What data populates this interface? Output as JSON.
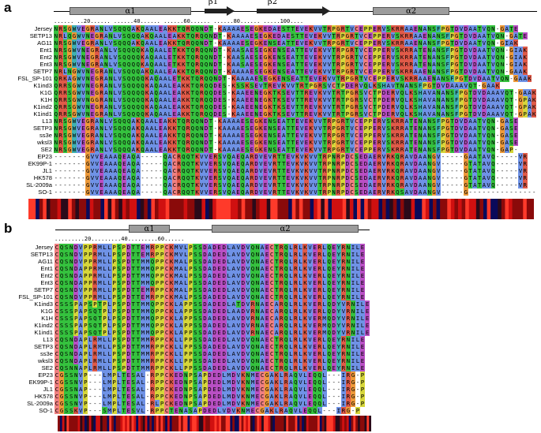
{
  "panels": [
    {
      "label": "a",
      "structure": [
        {
          "type": "helix",
          "label": "α1"
        },
        {
          "type": "strand",
          "label": "β1"
        },
        {
          "type": "strand",
          "label": "β2"
        },
        {
          "type": "helix",
          "label": "α2"
        }
      ],
      "ruler": "...... ..20...... ......40...... ......60...... ......80...... .....100....",
      "sequences": [
        {
          "name": "Jersey",
          "seq": "NRSGWVEGRANLVSQQQAKQAALEAKKTQRQQNDT-KAAAAESEGKEDAESTTEVEKVVTRPGRTVCEPPERVSKRRAAENANSFPGTDVDAATVQN-GATE"
        },
        {
          "name": "SETP13",
          "seq": "NRLQGWVNEGRANLVSQQQAKQAALEAKKTQRQQNDT-KAAAAESEGKEDAESTTEVEKVVTRPGRTVCEPPERVSKRRAAENANSFPGTDVDAATVQN-GATE"
        },
        {
          "name": "AG11",
          "seq": "NRSGWVEGRANLVSQQQAKQAALEAKKTQRQQNDT-KAAAAESEGKENSEATTEVEKVVTRPGRTVCEPPERVSKRRAAENANSFPGTDVDAATVQN-GIAK"
        },
        {
          "name": "Ent1",
          "seq": "NRSGWVNEGRANLVSQQQQKAQAALETKKTQRQQNDT-KAASAESEGKENSEATTEVEKVVTRPGRTVCEPPERVSKRRATENANSFPGTDVDAATVQN-GIAK"
        },
        {
          "name": "Ent2",
          "seq": "NRSGWVNEGRANLVSQQQQKAQAALETKKTQRQQNDT-KAASAESEGKENSEATTEVEKVVTRPGRTVCEPPERVSKRRATENANSFPGTDVDAATVQN-GIAK"
        },
        {
          "name": "Ent3",
          "seq": "NRSGWVNEGRANLVSQQQQKAQAALETKKTQRQQNDT-KAASAESEGKENSEATTEVEKVVTRPGRTVCEPPERVSKRRATENANSFPGTDVDAATVQN-GIAK"
        },
        {
          "name": "SETP7",
          "seq": "NRLNGWVNEGRANLVSQQQAKQAALEAKKTQRQQNDT-KAAAAESEGKENSEATTEVEKVVTRPGRTVCEPPERVSKRRAAENANSFPGTDVDAATVQN-GAAK"
        },
        {
          "name": "FSL_SP-101",
          "seq": "QRKAGWVNEGRANLVSQQQQKAQAALETKKTQRQQNDT-KAAAAESEGKENSEATTEVEKVVTRPGRTVCEPPERVSKRRAAENANSFPGTDVDAATVQN-GAAK"
        },
        {
          "name": "K1ind3",
          "seq": "QRRSGWVNEGRANLVSQQQQKAQAALEAKKTQRQQDES-KSSKSEVTREVKVVTRTPGRSVCTPDERVQLKSHAVTNANSFPGTDVDAAAVQT-GAAK"
        },
        {
          "name": "K1G",
          "seq": "QRRSGWVNEGRANLVSQQQQKAQAALEAKKTQRQQDES-KAAEENEGKTKSEVTTREVKVVTRTPGRSVCTPDERVQLKSHAVANANSFPGTDVDAAAVQT-GAAK"
        },
        {
          "name": "K1H",
          "seq": "QRRSGWVNGGRANLVSQQQQKAQAALEAKKTQRQQDES-KAAEENEGKTKSEVTTREVKVVTRTPGRSVCTPDERVQLKSHAVANANSFPGTDVDAAAVQT-GPAK"
        },
        {
          "name": "K1ind2",
          "seq": "QRRSGWVNEGRANLVSQQQQKAQAALEAKKTQRQQDES-KAAEENEGKTKSEVTTREVKVVTRTPGRSVCTPDERVQLKSHAVANANSFPGTDVDAAAVQT-GPAK"
        },
        {
          "name": "K1ind1",
          "seq": "QRRSGWVNEGRANLVSQQQQKAQAALEAKKTQRQQDES-KAAEENEGKTKSEVTTREVKVVTRTPGRSVCTPDERVQLKSHAVANANSFPGTDVDAAAVQT-GPAK"
        },
        {
          "name": "L13",
          "seq": "NRSGWVEGRANLVSQQQAKQAALEAKKTQRQQNDT-KAAAAESEGKENSEATTEVEKVVTRPGRTVCEPPERVSKRRATENANSFPGTDVDAATVQN-GASE"
        },
        {
          "name": "SETP3",
          "seq": "NRSGWVEGRANLVSQQQAKQAALEAKKTQRQQNDT-KAAAAESEGKENSEATTEVEKVVTRPGRTVCEPPERVSKRRATENANSFPGTDVDAATVQN-GASE"
        },
        {
          "name": "ss3e",
          "seq": "NRSGWVEGRANLVSQQQAKQAALEAKKTQRQQNDT-KAAAAESEGKENSEATTEVEKVVTRPGRTVCEPPERVSKRRATENANSFPGTDVDAATVQN-GASE"
        },
        {
          "name": "wksl3",
          "seq": "NRSGWVEGRANLVSQQQAKQAALEAKKTQRQQNDT-KAAAAESEGKENSEATTEVEKVVTRPGRTVCEPPERVSKRRATENANSFPGTDVDAATVQN-GASE"
        },
        {
          "name": "SE2",
          "seq": "NRSGWVEGRANLVSQQQAKQAALEAKKTQRQQNDT-KAAAAESEGKENSEATTEVEKVVTRPGRTVCEPPERVSKRRATENANSFPGTDVDAATVQN-GAP-"
        },
        {
          "name": "EP23",
          "seq": "-------GVVEAAAQEAQA-----QACRQQTKVVERSVQAEQARDVEVRTTEVKVKVVTRPNRPDCSEDAERVRKQRAVDAANGV-----GAATAVQ-----VR"
        },
        {
          "name": "EK99P-1",
          "seq": "-------GVVEAAAQEAQA-----QACRQQTKVVERSVQAEQARDVEVRTTEVKVKVVTRPNRPDCSEDAERVRKQRAVDAANGV-----GTATAVQ-----VR"
        },
        {
          "name": "JL1",
          "seq": "-------GVVEAAAQEAQA-----QACRQQTKVVERSVQAEQARDVEVRTTEVKVKVVTRPNRPDCSEDAERVRKQRAVDAANGV-----GTATAVQ-----VR"
        },
        {
          "name": "HK578",
          "seq": "-------GVVEAAAQEAQA-----QACRQQTKVVERSVQAEQARDVEVRTTEVKVKVVTRPNRPDCSEDAERVRKQRAVDAANGV-----GTATAVQ-----VR"
        },
        {
          "name": "SL-2009a",
          "seq": "-------GVVEAAAQEAQA-----QACRQQTKVVERSVQAEQARDVEVRTTEVKVKVVTRPNRPDCSEDAERVRKQRAVDAANGV-----GTATAVQ-----VR"
        },
        {
          "name": "SO-1",
          "seq": "-------GVVEAAAQEAQA-----QACRQQTKVVERSVQAEQARDVEVRTTEVKVKVVTRPNRPDCSEDAERVRKQSAVDAANGV-----G---------------"
        }
      ]
    },
    {
      "label": "b",
      "structure": [
        {
          "type": "helix",
          "label": "α1"
        },
        {
          "type": "helix",
          "label": "α2"
        }
      ],
      "ruler": ".........20.........40.........60......",
      "sequences": [
        {
          "name": "Jersey",
          "seq": "CQSNDVPPRMLLPSPDTTEMRPPCKMVLPSSDADEDLAVDVQNAECTRQLRLKVERLQEYRNILE"
        },
        {
          "name": "SETP13",
          "seq": "CQSNDVPPRMLLPSPDTTEMRPPCKMVLPSSDADEDLAVDVQNAECTRQLRLKVERLQEYRNILE"
        },
        {
          "name": "AG11",
          "seq": "CQSNDVPPRMLLPSPDTTMMQPPCKMALPSSDADEDLAVDVQNAECTRQLRLKVERLQEYRNILE"
        },
        {
          "name": "Ent1",
          "seq": "CQSNDAPPRMLLPSPDTTMMQPPCKMALPSSDADEDLAVDVQNAECTRQLRLKVERLQEYRNILE"
        },
        {
          "name": "Ent2",
          "seq": "CQSNDAPPRMLLPSPDTTMMQPPCKMALPSSDADEDLAVDVQNAECTRQLRLKVERLQEYRNILE"
        },
        {
          "name": "Ent3",
          "seq": "CQSNDAPPRMLLPSPDTTMMQPPCKMALPSSDADEDLAVDVQNAECTRQLRLKVERLQEYRNILE"
        },
        {
          "name": "SETP7",
          "seq": "CQSNDVPPRMLLPSPDTTEMRPPCKMALPSSDADEDLAVDVQNAECTRQLRLKVERLQEYRNILE"
        },
        {
          "name": "FSL_SP-101",
          "seq": "CQSNDVPPRMLLPSPDTTEMRPPCKMALPSSDADEDLAVDVQNAECTRQLRLKVERLQEYRNILE"
        },
        {
          "name": "K1ind3",
          "seq": "CSSSPAPSPTPLPSPDTTMMQPPCKLAPPSSDADEDLATDVRNAECARQLRLKVERLQDYVRNILE"
        },
        {
          "name": "K1G",
          "seq": "CSSSPAPSQTPLPSPDTTMMQPPCKLAPPSSDADEDLAADVRNAECARQLRLKVERLQDYVRNILE"
        },
        {
          "name": "K1H",
          "seq": "CSSSPAPSQTPLPSPDTTMMQPPCKLAPPSSDADEDLAVDVRNAECARQLRLKVERMQDYVRNILE"
        },
        {
          "name": "K1ind2",
          "seq": "CSSSPAPSQTPLPSPDTTMMQPPCKLAPPSSDADEDLAVDVRNAECARQLRLKVERMQDYVRNILE"
        },
        {
          "name": "K1ind1",
          "seq": "CSSSPAPSQTPLPSPDTTMMQPPCKLAPPSSDADEDLAVDVRNAECARQLRLKVERMQDYVRNILE"
        },
        {
          "name": "L13",
          "seq": "CQSNDAPLRMLLPSPDTTMMRPPCKLLPPSSDADEDLAVDVQNAECTRQLRLKVERLQEYRNILE"
        },
        {
          "name": "SETP3",
          "seq": "CQSNDAPLRMLLPSPDTTMMRPPCKLLPPSSDADEDLAVDVQNAECTRQLRLKVERLQEYRNILE"
        },
        {
          "name": "ss3e",
          "seq": "CQSNDAPLRMLLPSPDTTMMRPPCKLLPPSSDADEDLAVDVQNAECTRQLRLKVERLQEYRNILE"
        },
        {
          "name": "wksl3",
          "seq": "CQSNDAPLRMLLPSPDTTMMRPPCKLLPPSSDADEDLAVDVQNAECTRQLRLKVERLQEYRNILE"
        },
        {
          "name": "SE2",
          "seq": "CQSNNAPLRMLLPSPDTTMMRPPCKLLPPSSDADEDLAVDVQNAECTRQLRLKVERLQEYRNILE"
        },
        {
          "name": "EP23",
          "seq": "CGSSNVP---LMPLTESAL-RPPCKEDNPSAPDEDLMDVKNMECGAKLRAQVLEQQL---IRG-P"
        },
        {
          "name": "EK99P-1",
          "seq": "CGSSNVP---LMPLTESAL-RPPCKEDNPSAPDEDLMDVKNMECGAKLRAQVLEQQL---IRG-P"
        },
        {
          "name": "JL1",
          "seq": "CGSSNAP---LMPLTESAL-RPPCKEDNPSAPDEDLMDVKNMECGAKLRAQVLEQQL---IRG-P"
        },
        {
          "name": "HK578",
          "seq": "CGSSNVP---LMPLTESAL-RPPCKEDNPSAPDEDLMDVKNMECGAKLRAQVLEQQL---IRG-P"
        },
        {
          "name": "SL-2009a",
          "seq": "CGSSNVP---LMPLTESAL-RLPCKEDNPSAPDEDLMDVKNMECGAKLRAQVLEQQL---IRG-P"
        },
        {
          "name": "SO-1",
          "seq": "CGSSKVP---SMPLTESVL-RPPCTENASAPDEDLVDVKNMECGAKLRAQVLEQQL---IRG-P"
        }
      ]
    }
  ],
  "colors": {
    "hydrophobic": "#6f92e6",
    "positive": "#e05a48",
    "negative": "#b94fc4",
    "polar": "#35c23e",
    "cysteine": "#f07f80",
    "glycine": "#ee9a3a",
    "proline": "#d6d63a",
    "aromatic": "#3fb2b0",
    "gap": "#ffffff"
  }
}
